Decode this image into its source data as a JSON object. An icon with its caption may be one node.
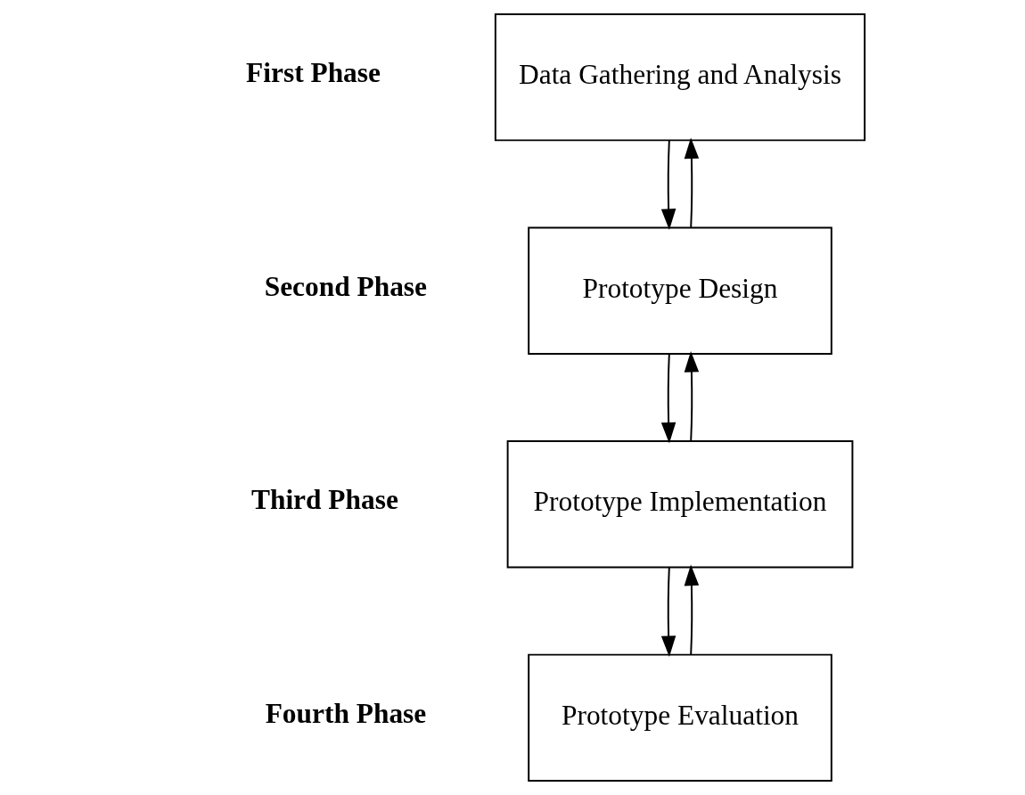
{
  "diagram": {
    "nodes": [
      {
        "text": [
          "Data Gathering and Analysis"
        ],
        "beside": [
          "First Phase"
        ]
      },
      {
        "text": [
          "Prototype Design"
        ],
        "beside": [
          "Second Phase"
        ]
      },
      {
        "text": [
          "Prototype Implementation"
        ],
        "beside": [
          "Third Phase"
        ]
      },
      {
        "text": [
          "Prototype Evaluation"
        ],
        "beside": [
          "Fourth Phase"
        ]
      }
    ],
    "edges": [
      {
        "from": 0,
        "to": 1,
        "arrow": "to"
      },
      {
        "from": 1,
        "to": 0,
        "arrow": "to"
      },
      {
        "from": 1,
        "to": 2,
        "arrow": "to"
      },
      {
        "from": 2,
        "to": 1,
        "arrow": "to"
      },
      {
        "from": 2,
        "to": 3,
        "arrow": "to"
      },
      {
        "from": 3,
        "to": 2,
        "arrow": "to"
      }
    ]
  }
}
